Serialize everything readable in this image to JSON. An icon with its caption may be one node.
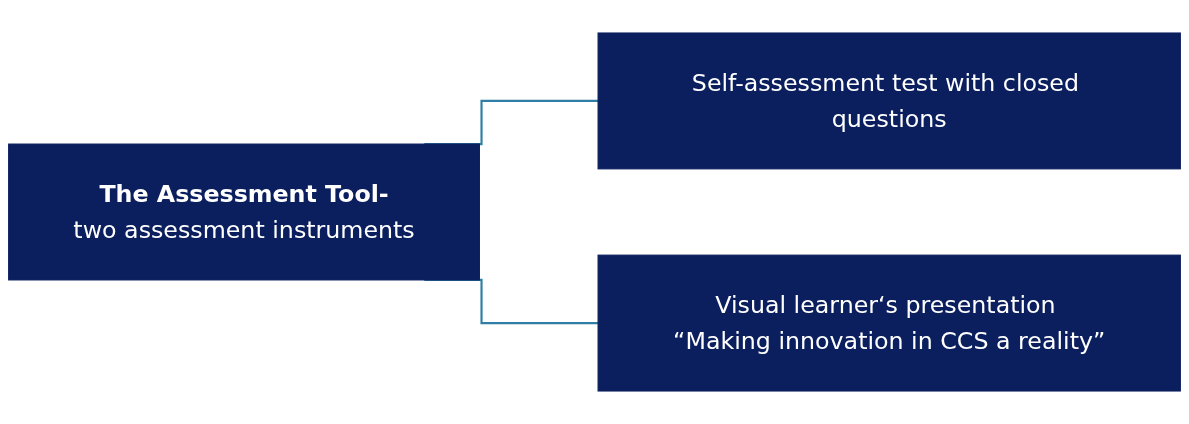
{
  "diagram": {
    "nodes": [
      {
        "text": [
          "The Assessment Tool-",
          "two assessment instruments"
        ]
      },
      {
        "text": [
          "Self-assessment test with closed questions"
        ]
      },
      {
        "text": [
          "Visual learner‘s presentation “Making innovation in CCS a reality”"
        ]
      }
    ],
    "edges": [
      {
        "from": 0,
        "to": 1,
        "arrow": "none"
      },
      {
        "from": 0,
        "to": 2,
        "arrow": "none"
      }
    ]
  }
}
